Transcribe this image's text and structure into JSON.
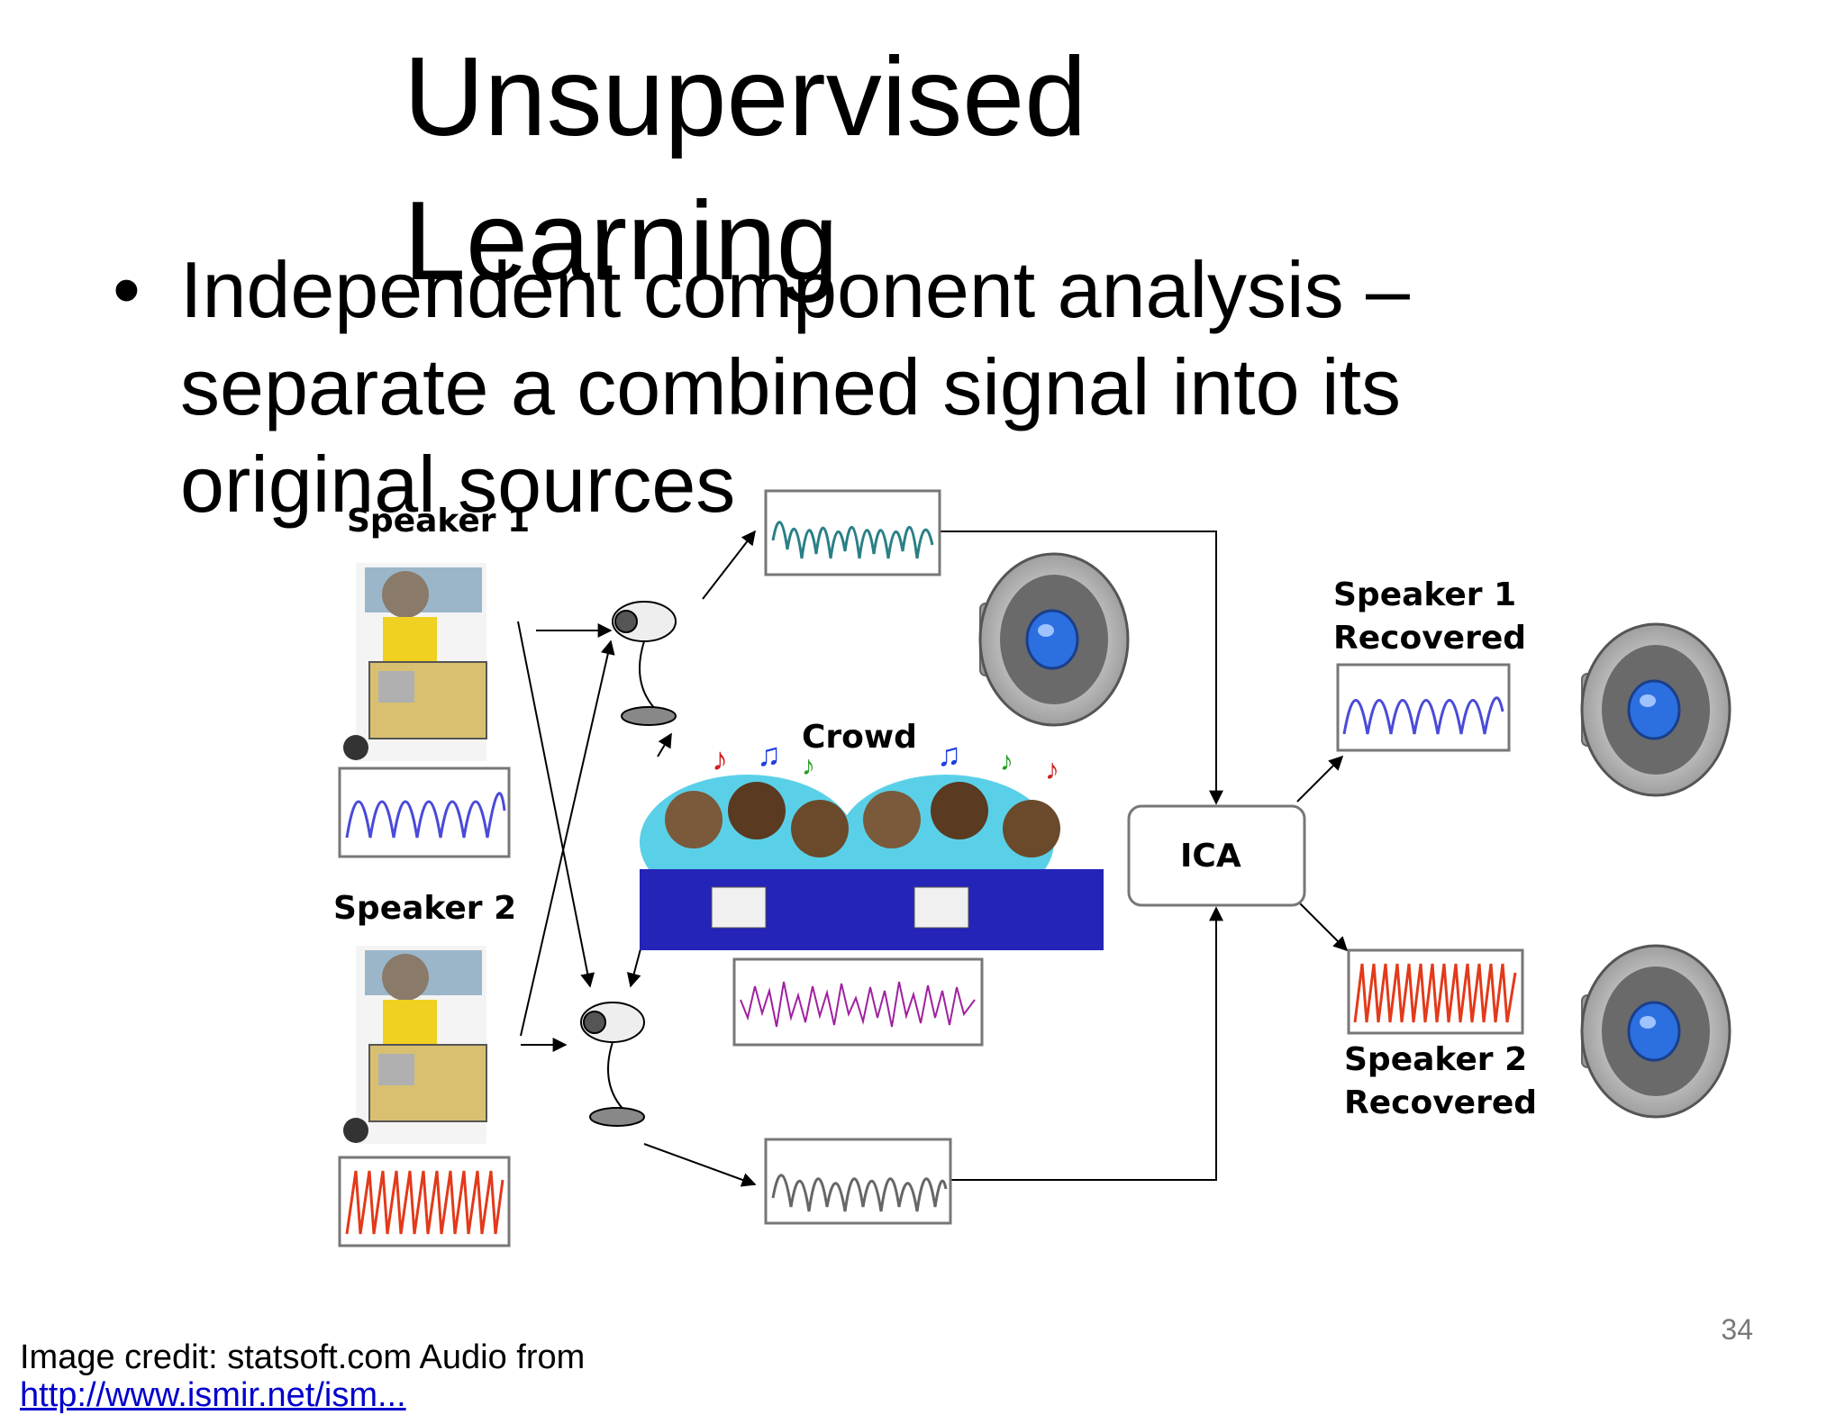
{
  "slide": {
    "title": "Unsupervised Learning",
    "bullet": "Independent component analysis – separate a  combined signal into its original sources",
    "page_number": "34",
    "credit": "Image credit: statsoft.com Audio from",
    "credit_link": "http://www.ismir.net/ism..."
  },
  "diagram": {
    "speaker1": "Speaker 1",
    "speaker2": "Speaker 2",
    "crowd": "Crowd",
    "ica": "ICA",
    "recovered1_line1": "Speaker 1",
    "recovered1_line2": "Recovered",
    "recovered2_line1": "Speaker 2",
    "recovered2_line2": "Recovered"
  },
  "colors": {
    "wave_blue": "#4a4ad8",
    "wave_red": "#e23a1a",
    "wave_teal": "#2a7f86",
    "wave_gray": "#666666",
    "wave_purple": "#a020a0",
    "speaker_icon_blue": "#2c6fe0"
  },
  "icons": [
    "speaker-audio-icon",
    "microphone-icon",
    "person-at-desk-icon",
    "crowd-illustration"
  ]
}
